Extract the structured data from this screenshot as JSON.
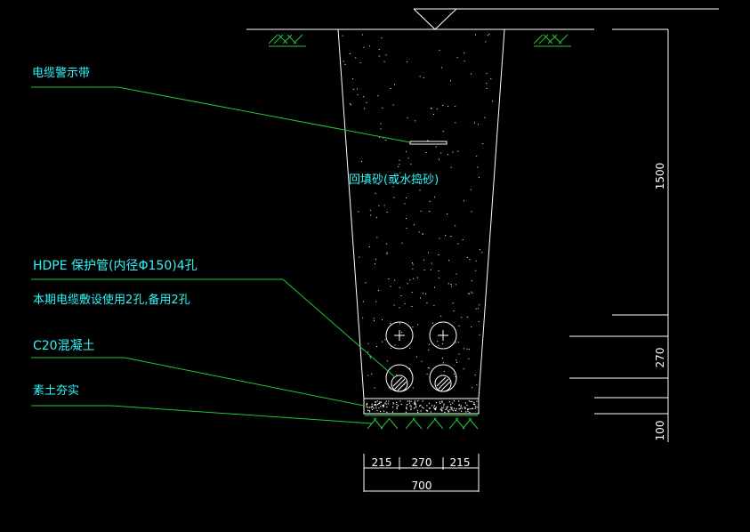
{
  "labels": {
    "warning_tape": "电缆警示带",
    "backfill": "回填砂(或水捣砂)",
    "hdpe_line1": "HDPE 保护管(内径Φ150)4孔",
    "hdpe_line2": "本期电缆敷设使用2孔,备用2孔",
    "concrete": "C20混凝土",
    "compacted_soil": "素土夯实"
  },
  "dimensions": {
    "depth_total": "1500",
    "depth_pipe": "270",
    "depth_base": "100",
    "width_left": "215",
    "width_mid": "270",
    "width_right": "215",
    "width_total": "700"
  },
  "colors": {
    "background": "#000000",
    "outline": "#ffffff",
    "leader": "#22c63a",
    "label_text": "#2ff6f6"
  }
}
